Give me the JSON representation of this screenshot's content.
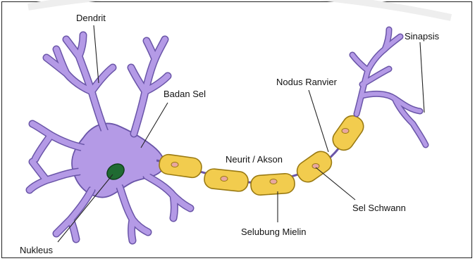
{
  "labels": {
    "dendrit": "Dendrit",
    "badan_sel": "Badan Sel",
    "nukleus": "Nukleus",
    "neurit_akson": "Neurit / Akson",
    "nodus_ranvier": "Nodus Ranvier",
    "sel_schwann": "Sel Schwann",
    "selubung_mielin": "Selubung Mielin",
    "sinapsis": "Sinapsis"
  },
  "colors": {
    "cell_body": "#b49ae6",
    "cell_outline": "#6a55a8",
    "nucleus": "#1f6b32",
    "myelin": "#f2cc4e",
    "myelin_outline": "#9a7a12",
    "myelin_core": "#f7d97d",
    "schwann_nucleus": "#e8a7a0"
  }
}
